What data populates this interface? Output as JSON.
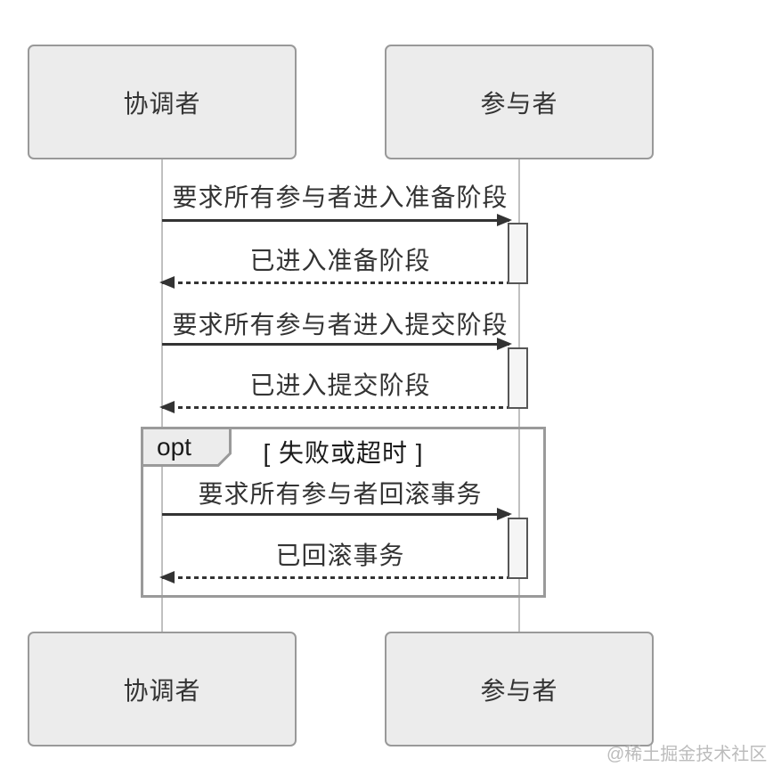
{
  "diagram": {
    "type": "sequence",
    "actors": [
      {
        "id": "coordinator",
        "label": "协调者"
      },
      {
        "id": "participant",
        "label": "参与者"
      }
    ],
    "messages": [
      {
        "label": "要求所有参与者进入准备阶段",
        "direction": "right",
        "line": "solid"
      },
      {
        "label": "已进入准备阶段",
        "direction": "left",
        "line": "dashed"
      },
      {
        "label": "要求所有参与者进入提交阶段",
        "direction": "right",
        "line": "solid"
      },
      {
        "label": "已进入提交阶段",
        "direction": "left",
        "line": "dashed"
      },
      {
        "label": "要求所有参与者回滚事务",
        "direction": "right",
        "line": "solid",
        "fragment": "opt"
      },
      {
        "label": "已回滚事务",
        "direction": "left",
        "line": "dashed",
        "fragment": "opt"
      }
    ],
    "fragment": {
      "keyword": "opt",
      "guard": "[ 失败或超时 ]"
    },
    "watermark": "@稀土掘金技术社区"
  },
  "colors": {
    "actor-fill": "#ececec",
    "actor-border": "#999999",
    "line-color": "#333333",
    "lifeline-color": "#c0c0c0",
    "activation-fill": "#f5f5f5",
    "activation-border": "#565656",
    "frame-border": "#9a9a9a",
    "text-color": "#333333",
    "keyword-color": "#1a1a1a",
    "watermark-color": "#bcbcbc"
  }
}
